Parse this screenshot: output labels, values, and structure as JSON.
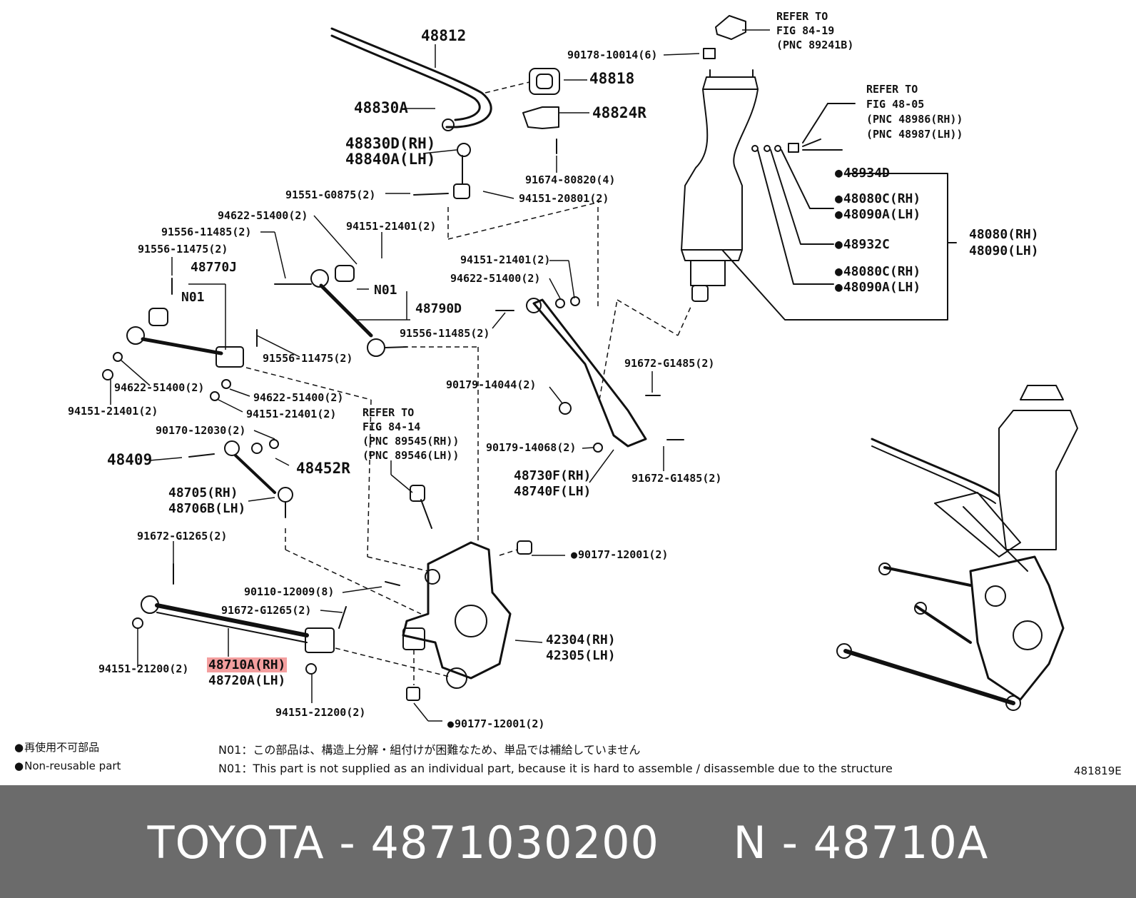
{
  "labels": {
    "p48812": "48812",
    "p48818": "48818",
    "p48830a": "48830A",
    "p48824r": "48824R",
    "p48830d_rh": "48830D(RH)",
    "p48840a_lh": "48840A(LH)",
    "p90178": "90178-10014(6)",
    "ref1_l1": "REFER TO",
    "ref1_l2": "FIG 84-19",
    "ref1_l3": "(PNC 89241B)",
    "ref2_l1": "REFER TO",
    "ref2_l2": "FIG 48-05",
    "ref2_l3": "(PNC 48986(RH))",
    "ref2_l4": "(PNC 48987(LH))",
    "p91674": "91674-80820(4)",
    "p91551": "91551-G0875(2)",
    "p94151_20801": "94151-20801(2)",
    "p48934d": "48934D",
    "p48080c_rh_a": "48080C(RH)",
    "p48090a_lh_a": "48090A(LH)",
    "p48932c": "48932C",
    "p48080c_rh_b": "48080C(RH)",
    "p48090a_lh_b": "48090A(LH)",
    "p48080_rh": "48080(RH)",
    "p48090_lh": "48090(LH)",
    "p94622_top": "94622-51400(2)",
    "p94151_21401_top": "94151-21401(2)",
    "p91556_11485_top": "91556-11485(2)",
    "p91556_11475_top": "91556-11475(2)",
    "p48770j": "48770J",
    "n01_a": "N01",
    "n01_b": "N01",
    "p48790d": "48790D",
    "p94151_21401_mid": "94151-21401(2)",
    "p94622_mid": "94622-51400(2)",
    "p91556_11485_mid": "91556-11485(2)",
    "p91556_11475_mid": "91556-11475(2)",
    "p94622_left": "94622-51400(2)",
    "p94151_21401_left": "94151-21401(2)",
    "p94622_center": "94622-51400(2)",
    "p94151_21401_center": "94151-21401(2)",
    "p90179_14044": "90179-14044(2)",
    "p91672_g1485_a": "91672-G1485(2)",
    "ref3_l1": "REFER TO",
    "ref3_l2": "FIG 84-14",
    "ref3_l3": "(PNC 89545(RH))",
    "ref3_l4": "(PNC 89546(LH))",
    "p90170": "90170-12030(2)",
    "p48409": "48409",
    "p48452r": "48452R",
    "p90179_14068": "90179-14068(2)",
    "p48730f_rh": "48730F(RH)",
    "p48740f_lh": "48740F(LH)",
    "p91672_g1485_b": "91672-G1485(2)",
    "p48705_rh": "48705(RH)",
    "p48706b_lh": "48706B(LH)",
    "p91672_g1265_a": "91672-G1265(2)",
    "p90177_a": "90177-12001(2)",
    "p90110": "90110-12009(8)",
    "p91672_g1265_b": "91672-G1265(2)",
    "p42304_rh": "42304(RH)",
    "p42305_lh": "42305(LH)",
    "p94151_21200_a": "94151-21200(2)",
    "p48710a_rh": "48710A(RH)",
    "p48720a_lh": "48720A(LH)",
    "p94151_21200_b": "94151-21200(2)",
    "p90177_b": "90177-12001(2)"
  },
  "legend": {
    "jp": "再使用不可部品",
    "en": "Non-reusable part"
  },
  "notes": {
    "jp": "N01：この部品は、構造上分解・組付けが困難なため、単品では補給していません",
    "en": "N01：This part is not supplied as an individual part, because it is hard to assemble / disassemble due to the structure"
  },
  "figure_id": "481819E",
  "banner": {
    "brand": "TOYOTA",
    "part_number": "4871030200",
    "pnc": "N - 48710A",
    "separator": " - "
  },
  "colors": {
    "highlight": "#eb5050",
    "banner_bg": "#6b6b6b",
    "banner_text": "#ffffff"
  }
}
